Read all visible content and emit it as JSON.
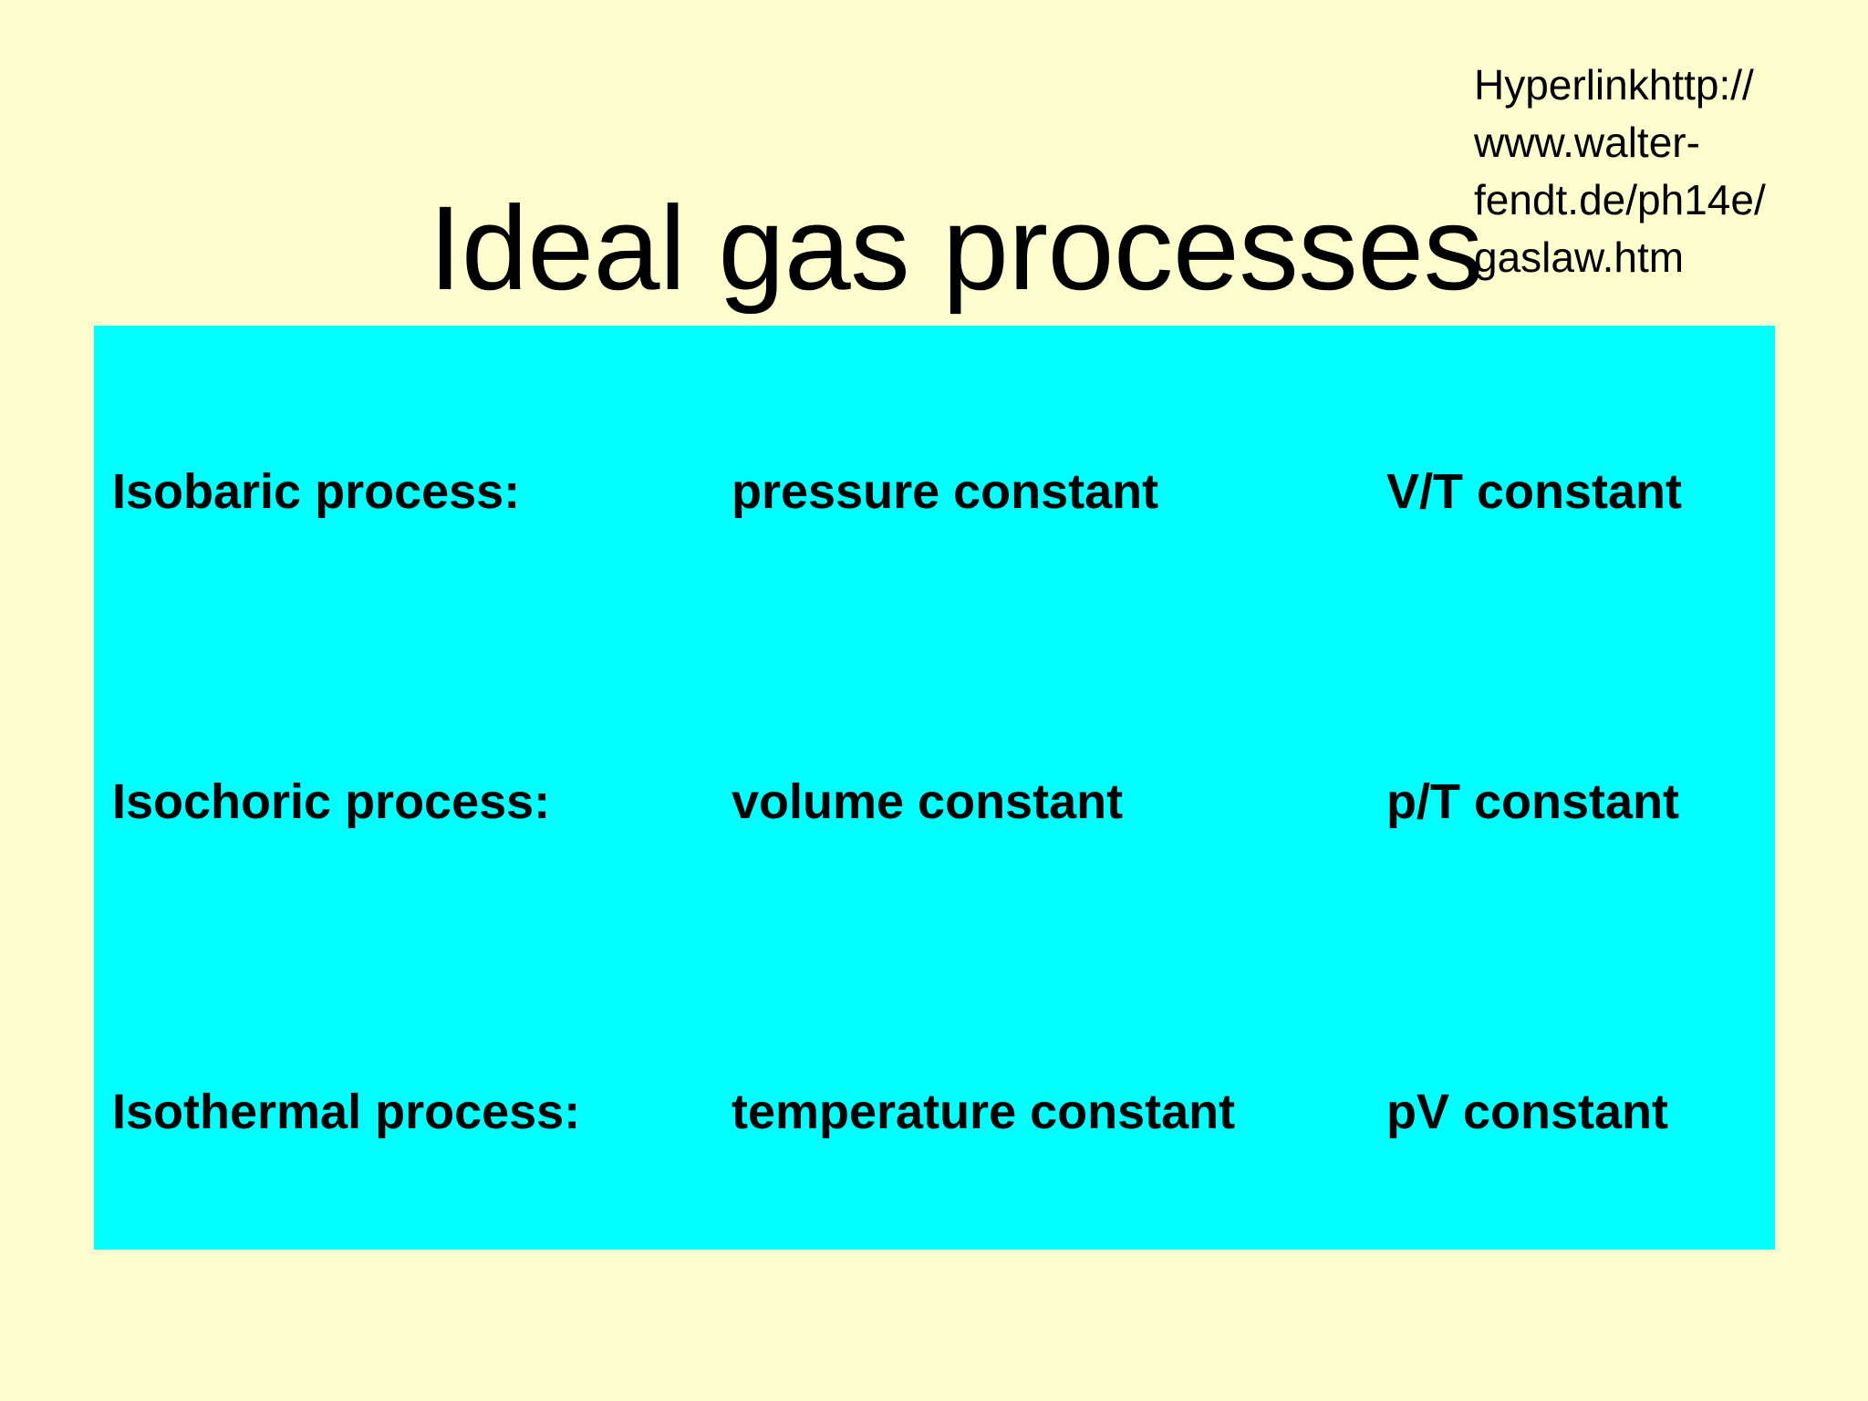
{
  "slide": {
    "background_color": "#FFFFCC",
    "title": "Ideal gas processes",
    "hyperlink": {
      "lines": [
        "Hyperlinkhttp://",
        "www.walter-",
        "fendt.de/ph14e/",
        "gaslaw.htm"
      ],
      "full_text": "Hyperlinkhttp://www.walter-fendt.de/ph14e/gaslaw.htm"
    },
    "panel": {
      "background_color": "#00FFFF",
      "rows": [
        {
          "name": "Isobaric process:",
          "description": "pressure constant",
          "relation": "V/T constant"
        },
        {
          "name": "Isochoric process:",
          "description": "volume constant",
          "relation": "p/T constant"
        },
        {
          "name": "Isothermal process:",
          "description": "temperature constant",
          "relation": "pV constant"
        }
      ]
    }
  }
}
